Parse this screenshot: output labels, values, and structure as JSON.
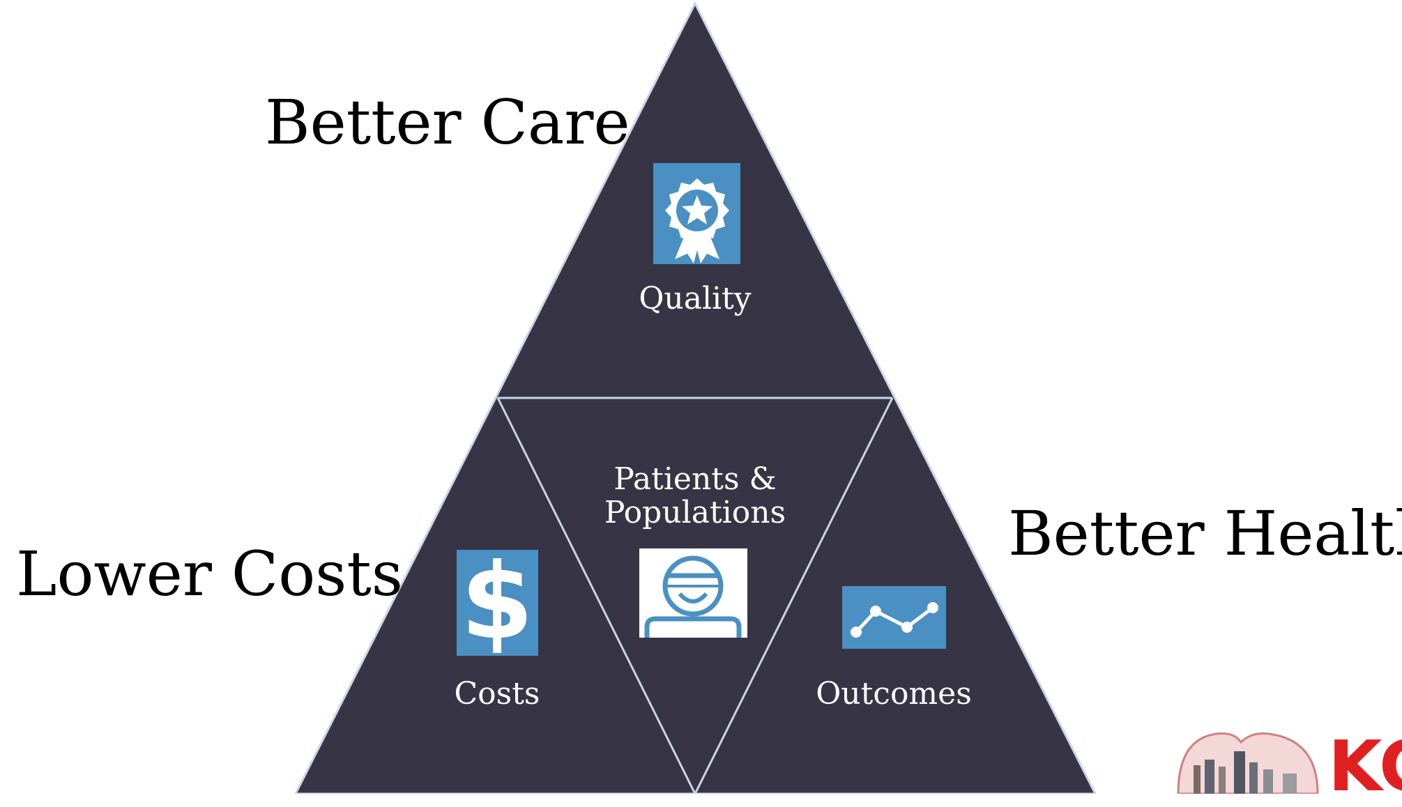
{
  "corners": {
    "top": "Better Care",
    "left": "Lower Costs",
    "right": "Better Health"
  },
  "segments": {
    "top": {
      "label": "Quality",
      "icon": "award-ribbon-icon"
    },
    "center": {
      "label_line1": "Patients &",
      "label_line2": "Populations",
      "icon": "smiling-person-icon"
    },
    "left": {
      "label": "Costs",
      "icon": "dollar-sign-icon"
    },
    "right": {
      "label": "Outcomes",
      "icon": "line-chart-icon"
    }
  },
  "logo": {
    "text": "KC"
  },
  "colors": {
    "triangle_fill": "#373545",
    "divider": "#c9d6e6",
    "icon_blue": "#4a90c2",
    "logo_red": "#e02020"
  }
}
